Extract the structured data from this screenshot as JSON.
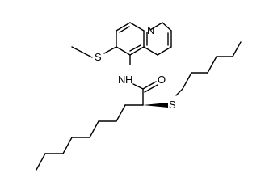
{
  "molecule": {
    "atom_labels": {
      "quinoline_nitrogen": "N",
      "methylthio_sulfur": "S",
      "amide_nitrogen": "N",
      "amide_hydrogen": "H",
      "carbonyl_oxygen": "O",
      "hexylthio_sulfur": "S"
    }
  }
}
